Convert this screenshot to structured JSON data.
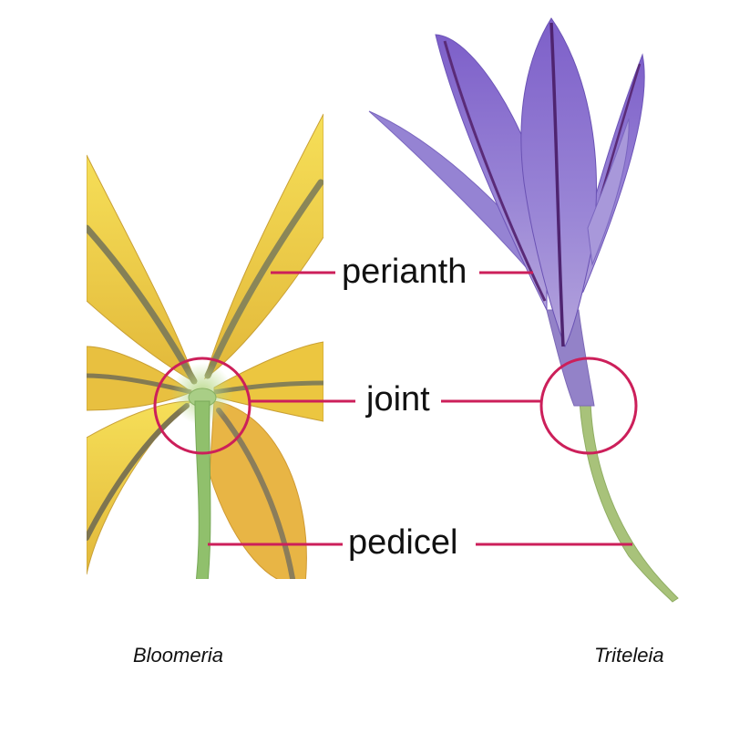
{
  "labels": {
    "perianth": "perianth",
    "joint": "joint",
    "pedicel": "pedicel"
  },
  "genera": {
    "left": "Bloomeria",
    "right": "Triteleia"
  },
  "colors": {
    "leader": "#cc1f5a",
    "bloomeria_tepal": "#f0d040",
    "bloomeria_tepal_dark": "#d2a52c",
    "bloomeria_back": "#e9b748",
    "bloomeria_vein": "#7e7a52",
    "pedicel_green": "#8fbf6a",
    "triteleia_petal": "#8a74cf",
    "triteleia_petal_dark": "#5f45a8",
    "triteleia_vein": "#5a2b78",
    "triteleia_stem": "#a9c27a"
  }
}
